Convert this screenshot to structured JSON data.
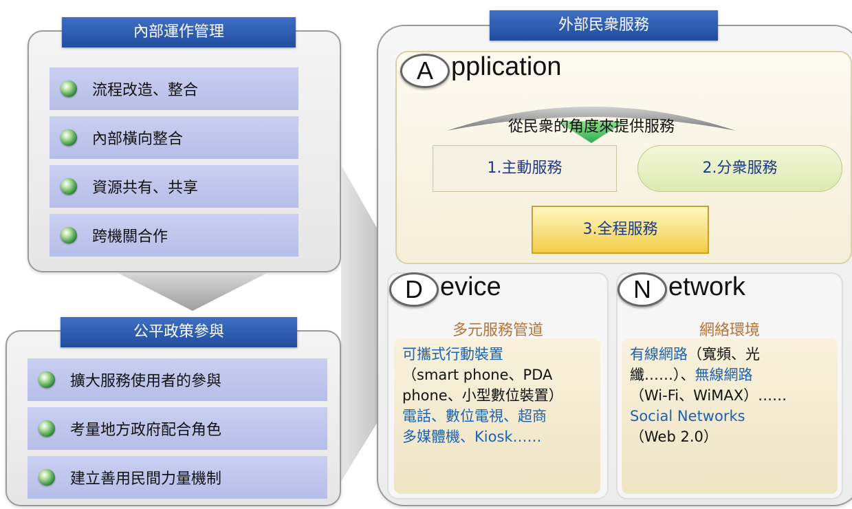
{
  "left": {
    "internal": {
      "title": "內部運作管理",
      "items": [
        "流程改造、整合",
        "內部橫向整合",
        "資源共有、共享",
        "跨機關合作"
      ]
    },
    "policy": {
      "title": "公平政策參與",
      "items": [
        "擴大服務使用者的參與",
        "考量地方政府配合角色",
        "建立善用民間力量機制"
      ]
    }
  },
  "right": {
    "title": "外部民衆服務",
    "application": {
      "letter": "A",
      "word": "pplication",
      "arrow_text": "從民衆的角度來提供服務",
      "services": [
        "1.主動服務",
        "2.分衆服務",
        "3.全程服務"
      ]
    },
    "device": {
      "letter": "D",
      "word": "evice",
      "subtitle": "多元服務管道",
      "line1_blue": "可攜式行動裝置",
      "line2": "（smart phone、PDA",
      "line3": "phone、小型數位裝置）",
      "line4_blue": "電話、數位電視、超商",
      "line5_blue": "多媒體機、Kiosk……"
    },
    "network": {
      "letter": "N",
      "word": "etwork",
      "subtitle": "網絡環境",
      "l1_blue": "有線網路",
      "l1_black": "（寬頻、光",
      "l2_black": "纖……）、",
      "l2_blue": "無線網路",
      "l3_black": "（Wi-Fi、WiMAX）……",
      "l4_blue": "Social Networks",
      "l5_black": "（Web 2.0）"
    }
  }
}
